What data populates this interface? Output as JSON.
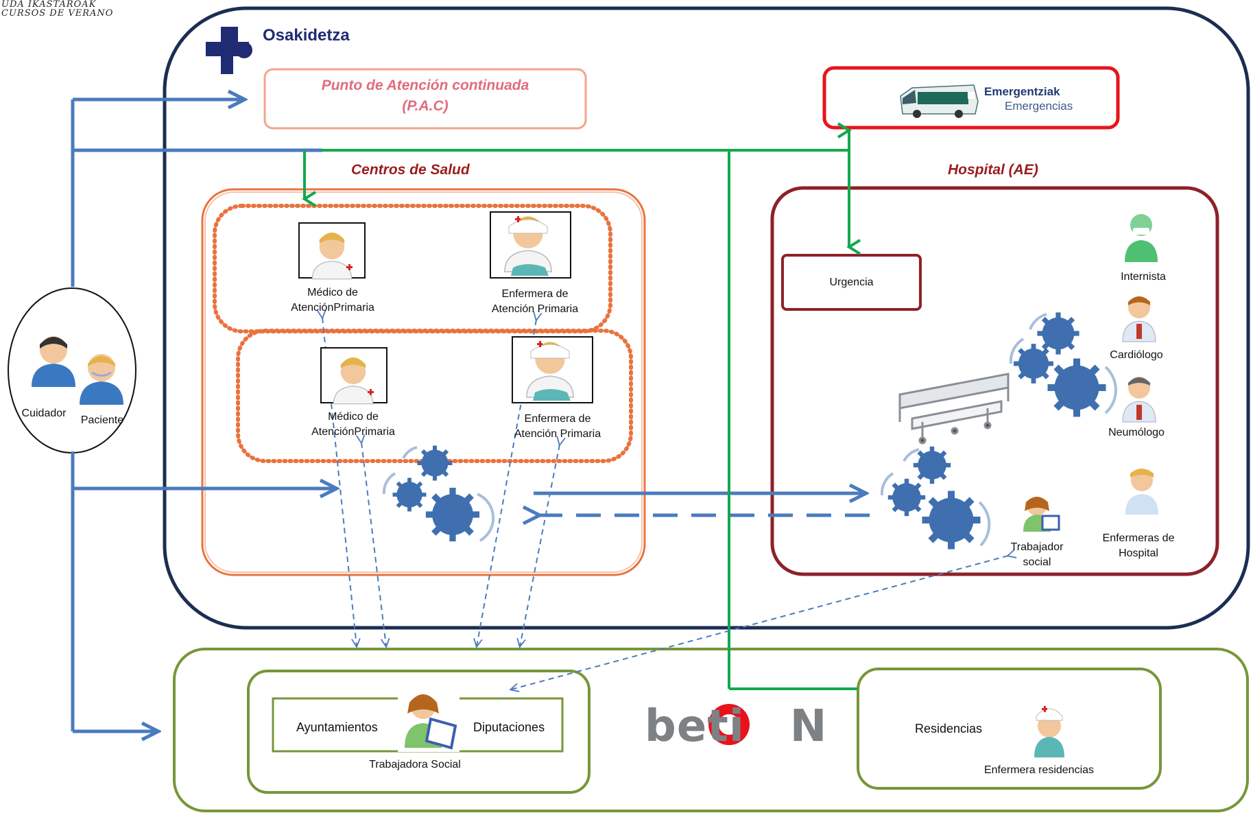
{
  "logo_text": {
    "line1": "UDA IKASTAROAK",
    "line2": "CURSOS DE VERANO"
  },
  "osakidetza": {
    "name": "Osakidetza"
  },
  "pac": {
    "line1": "Punto de Atención continuada",
    "line2": "(P.A.C)"
  },
  "emergencias": {
    "line1": "Emergentziak",
    "line2": "Emergencias"
  },
  "centros": {
    "title": "Centros de Salud",
    "medico_1": {
      "line1": "Médico de",
      "line2": "AtenciónPrimaria"
    },
    "enfermera_1": {
      "line1": "Enfermera de",
      "line2": "Atención Primaria"
    },
    "medico_2": {
      "line1": "Médico de",
      "line2": "AtenciónPrimaria"
    },
    "enfermera_2": {
      "line1": "Enfermera de",
      "line2": "Atención Primaria"
    }
  },
  "hospital": {
    "title": "Hospital (AE)",
    "urgencia": "Urgencia",
    "internista": "Internista",
    "cardiologo": "Cardiólogo",
    "neumologo": "Neumólogo",
    "enfermeras": {
      "line1": "Enfermeras de",
      "line2": "Hospital"
    },
    "trabajador": {
      "line1": "Trabajador",
      "line2": "social"
    }
  },
  "patient": {
    "cuidador": "Cuidador",
    "paciente": "Paciente"
  },
  "social": {
    "ayuntamientos": "Ayuntamientos",
    "diputaciones": "Diputaciones",
    "trabajadora": "Trabajadora Social"
  },
  "betion": {
    "text": "beti",
    "suffix": "N"
  },
  "residencias": {
    "label": "Residencias",
    "enfermera": "Enfermera residencias"
  },
  "colors": {
    "navy": "#1b2e52",
    "blue_arrow": "#4a7bbd",
    "green": "#13a84f",
    "olive": "#77963a",
    "red": "#e8141b",
    "orange": "#e9733f",
    "dark_red": "#8e2128",
    "gear": "#3f6faf",
    "pac_pink": "#e06c7e"
  }
}
